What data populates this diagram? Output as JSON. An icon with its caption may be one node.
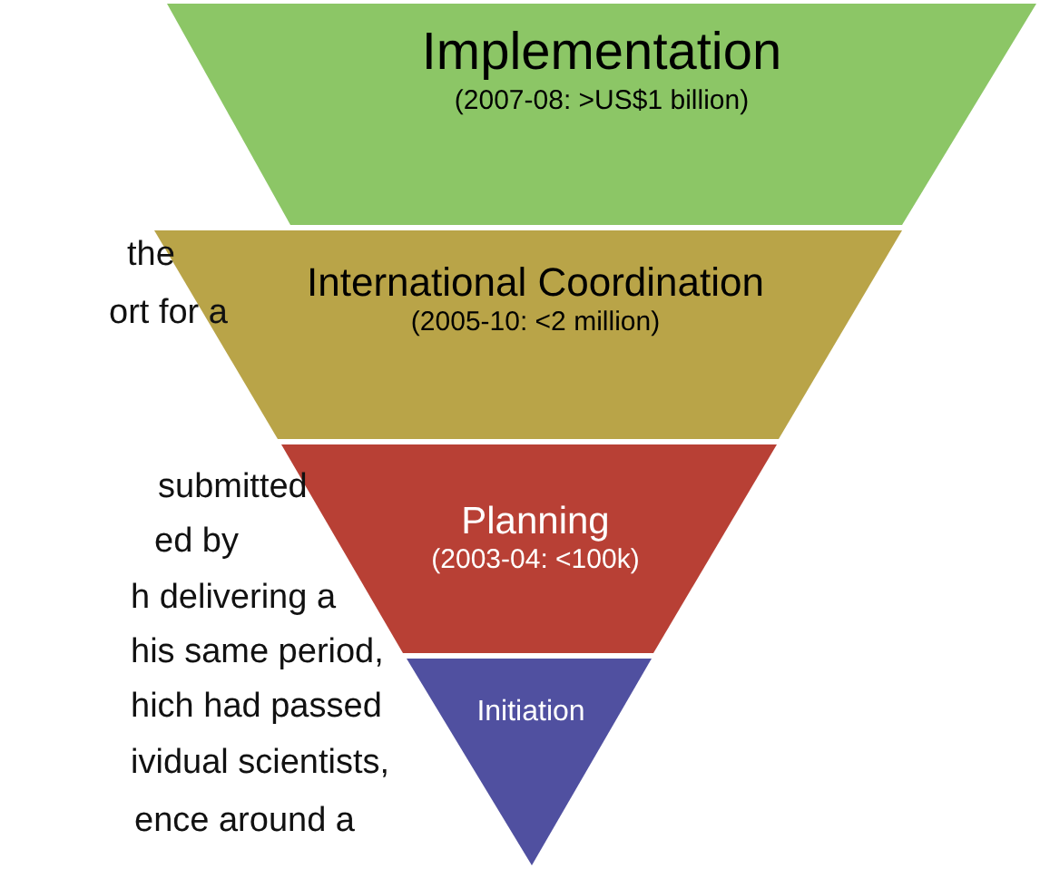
{
  "diagram": {
    "nodes": [
      {
        "text": [
          "Implementation",
          "(2007-08: >US$1 billion)"
        ]
      },
      {
        "text": [
          "International Coordination",
          "(2005-10: <2 million)"
        ]
      },
      {
        "text": [
          "Planning",
          "(2003-04: <100k)"
        ]
      },
      {
        "text": [
          "Initiation"
        ]
      }
    ],
    "labels": [
      "the",
      "ort for a",
      "submitted",
      "ed by",
      "h delivering a",
      "his same period,",
      "hich had passed",
      "ividual scientists,",
      "ence around a"
    ]
  }
}
